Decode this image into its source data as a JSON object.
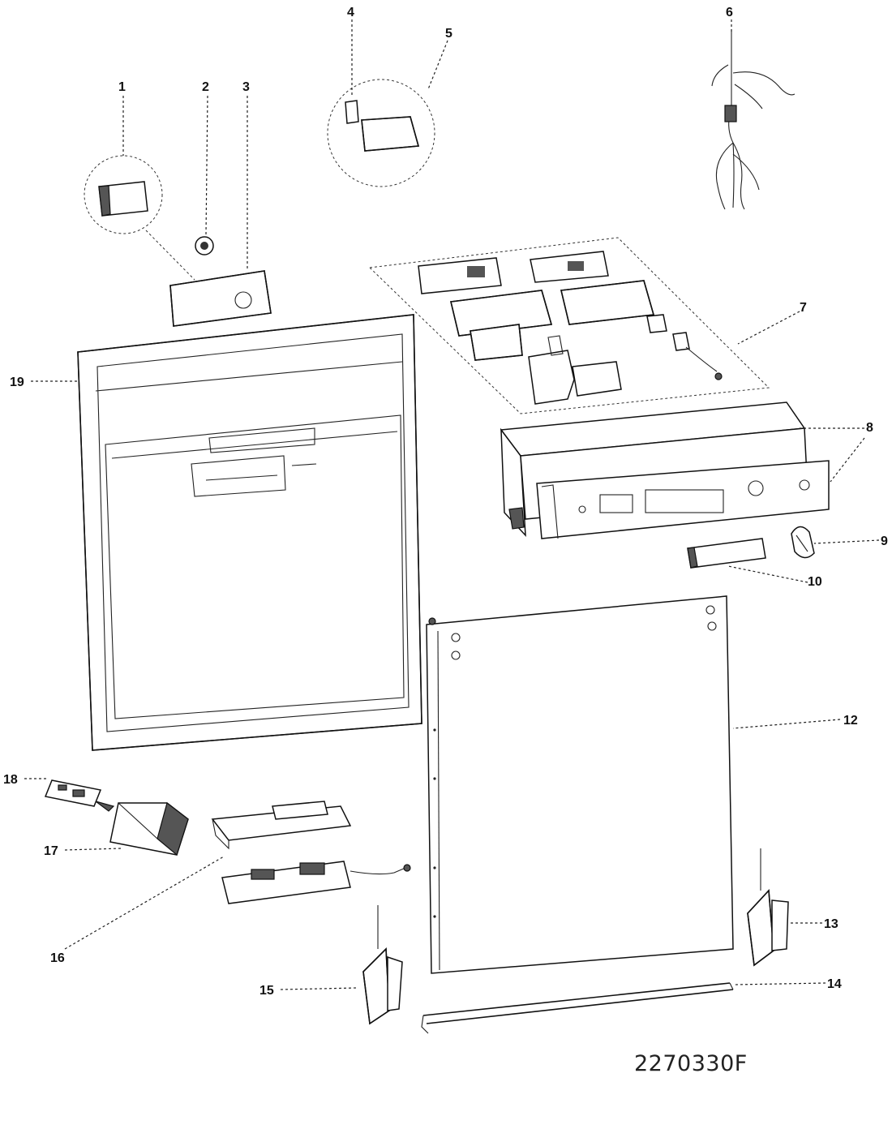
{
  "labels": {
    "l1": "1",
    "l2": "2",
    "l3": "3",
    "l4": "4",
    "l5": "5",
    "l6": "6",
    "l7": "7",
    "l8": "8",
    "l9": "9",
    "l10": "10",
    "l12": "12",
    "l13": "13",
    "l14": "14",
    "l15": "15",
    "l16": "16",
    "l17": "17",
    "l18": "18",
    "l19": "19"
  },
  "drawing_code": "2270330F"
}
